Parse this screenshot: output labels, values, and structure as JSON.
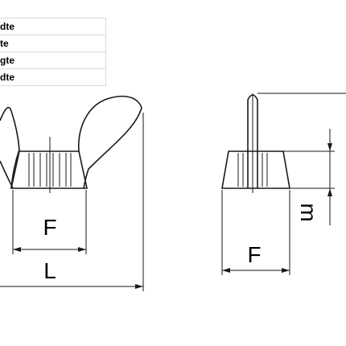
{
  "legend_rows": [
    "dte",
    "te",
    "gte",
    "dte"
  ],
  "labels": {
    "front_f": "F",
    "front_l": "L",
    "side_f": "F",
    "side_m": "m"
  }
}
